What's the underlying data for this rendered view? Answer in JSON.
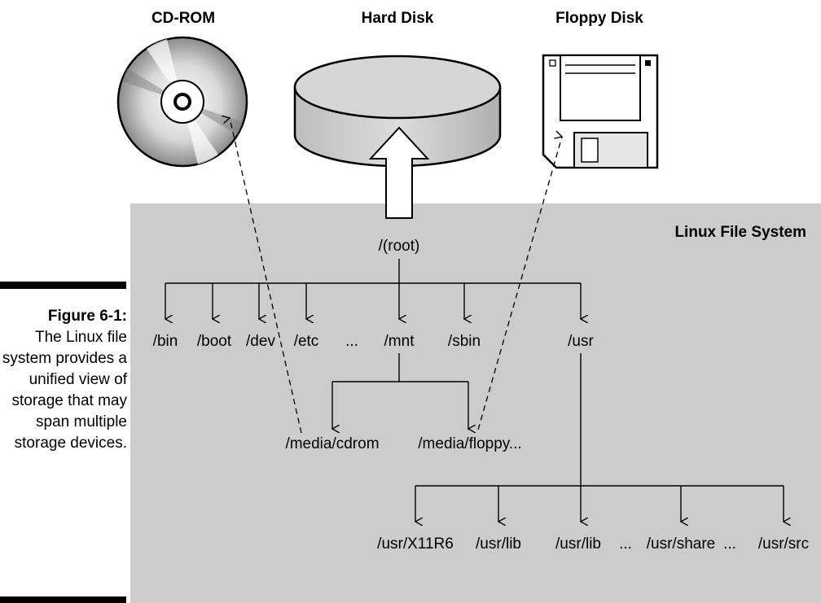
{
  "devices": {
    "cdrom": "CD-ROM",
    "harddisk": "Hard Disk",
    "floppy": "Floppy Disk"
  },
  "fs_label": "Linux File System",
  "root": "/(root)",
  "level1": [
    "/bin",
    "/boot",
    "/dev",
    "/etc",
    "...",
    "/mnt",
    "/sbin",
    "/usr"
  ],
  "mnt_children": [
    "/media/cdrom",
    "/media/floppy..."
  ],
  "usr_children": [
    "/usr/X11R6",
    "/usr/lib",
    "/usr/lib",
    "...",
    "/usr/share",
    "...",
    "/usr/src"
  ],
  "caption": {
    "title": "Figure 6-1:",
    "text": "The Linux file system provides a unified view of storage that may span multiple storage devices."
  }
}
